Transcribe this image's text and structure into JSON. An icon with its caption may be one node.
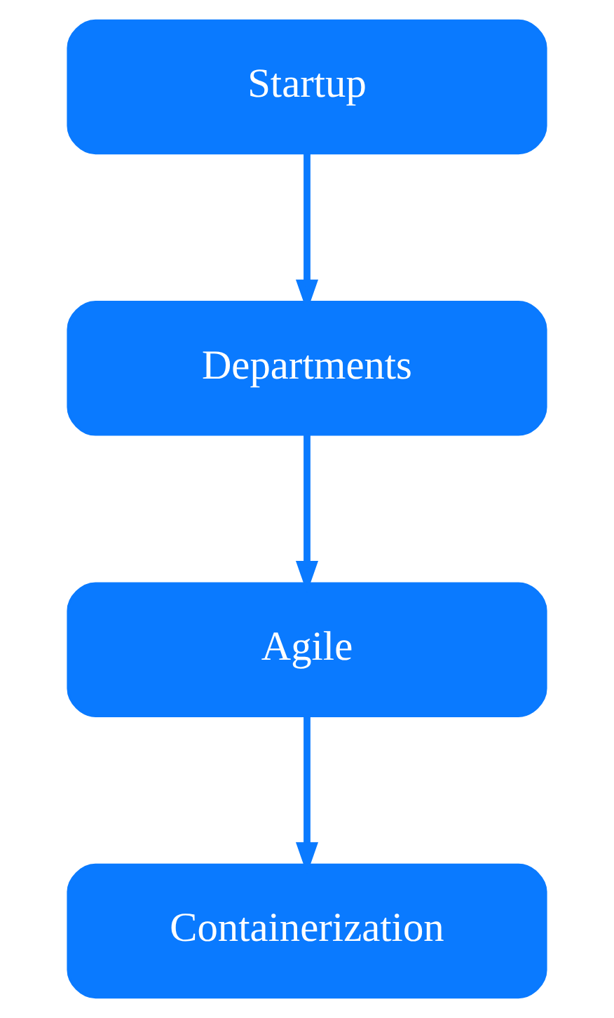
{
  "diagram": {
    "nodes": [
      {
        "text": [
          "Startup"
        ]
      },
      {
        "text": [
          "Departments"
        ]
      },
      {
        "text": [
          "Agile"
        ]
      },
      {
        "text": [
          "Containerization"
        ]
      }
    ],
    "edges": [
      {
        "from": 0,
        "to": 1,
        "arrow": "to"
      },
      {
        "from": 1,
        "to": 2,
        "arrow": "to"
      },
      {
        "from": 2,
        "to": 3,
        "arrow": "to"
      }
    ]
  }
}
